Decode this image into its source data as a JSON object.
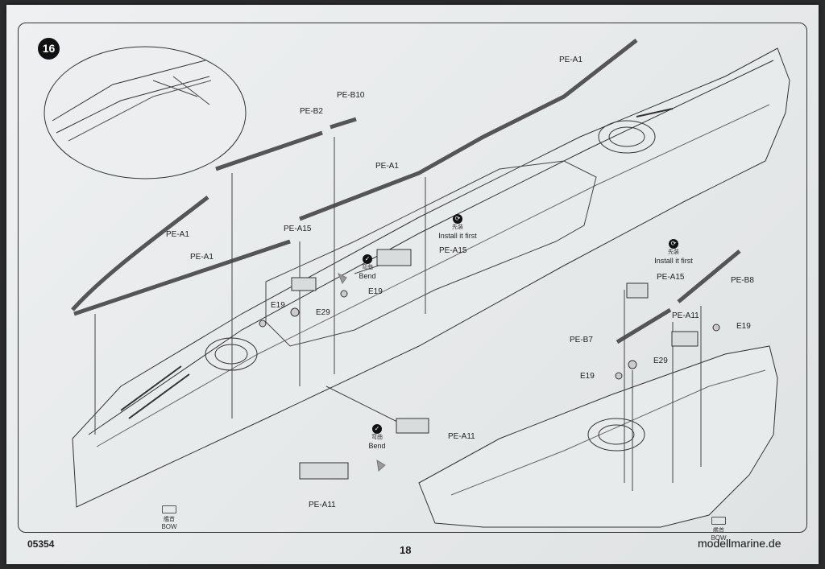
{
  "step": {
    "number": "16"
  },
  "footer": {
    "code": "05354",
    "page": "18",
    "watermark": "modellmarine.de"
  },
  "labels": {
    "pe_a1_top": "PE-A1",
    "pe_b10": "PE-B10",
    "pe_b2": "PE-B2",
    "pe_a1_mid": "PE-A1",
    "pe_a1_left": "PE-A1",
    "pe_a1_left2": "PE-A1",
    "pe_a15_left": "PE-A15",
    "pe_a15_center": "PE-A15",
    "e19_center": "E19",
    "e19_left": "E19",
    "e29_left": "E29",
    "pe_a11_center": "PE-A11",
    "pe_a11_bottom": "PE-A11",
    "pe_a15_right": "PE-A15",
    "pe_b8": "PE-B8",
    "pe_a11_right": "PE-A11",
    "e19_right": "E19",
    "pe_b7": "PE-B7",
    "e29_right": "E29",
    "e19_right2": "E19"
  },
  "notes": {
    "install_first_1": {
      "cjk": "先装",
      "text": "Install it first"
    },
    "install_first_2": {
      "cjk": "先装",
      "text": "Install it first"
    },
    "bend_1": {
      "cjk": "弯曲",
      "text": "Bend"
    },
    "bend_2": {
      "cjk": "弯曲",
      "text": "Bend"
    }
  },
  "bow": {
    "left": {
      "cjk": "艦首",
      "text": "BOW"
    },
    "right": {
      "cjk": "艦首",
      "text": "BOW"
    }
  }
}
